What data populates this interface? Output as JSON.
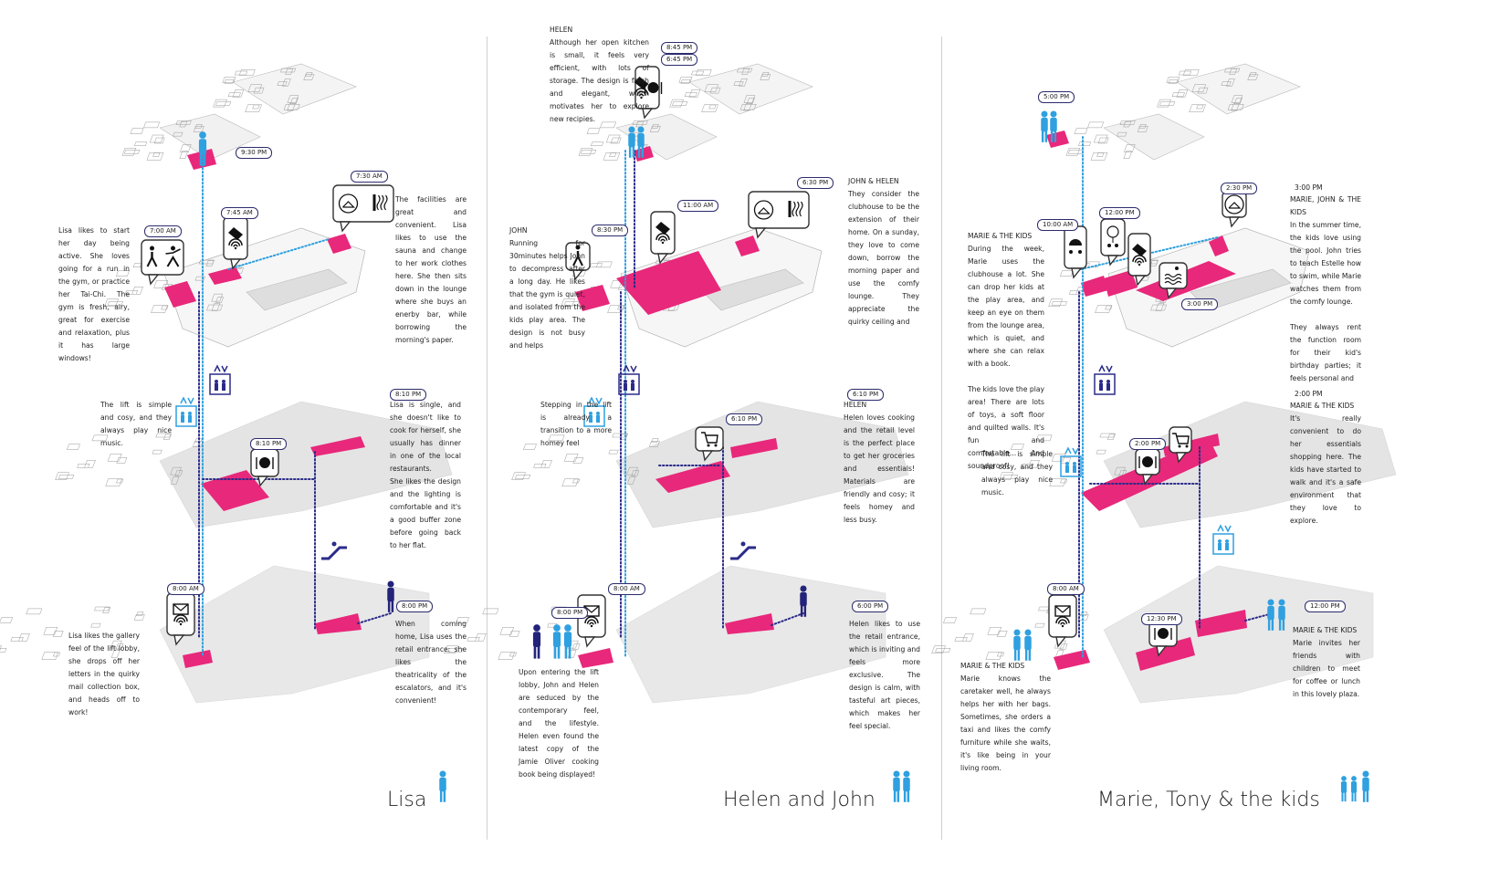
{
  "titles": [
    "Lisa",
    "Helen and John",
    "Marie, Tony & the kids"
  ],
  "lisa": {
    "times": [
      "9:30 PM",
      "7:30 AM",
      "7:45 AM",
      "7:00 AM",
      "8:10 PM",
      "8:10 PM",
      "8:00 AM",
      "8:00 PM"
    ],
    "texts": [
      "Lisa likes to start her day being active. She loves going for a run in the gym, or practice her Tai-Chi. The gym is fresh, airy, great for exercise and relaxation, plus it has large windows!",
      "The facilities are great and convenient. Lisa likes to use the sauna and change to her work clothes here. She then sits down in the lounge where she buys an enerby bar, while borrowing the morning's paper.",
      "The lift is simple and cosy, and they always play nice music.",
      "Lisa is single, and she doesn't like to cook for herself, she usually has dinner in one of the local restaurants.\nShe likes the design and the lighting is comfortable and it's a good buffer zone before going back to her flat.",
      "Lisa likes the gallery feel of the lift lobby, she drops off her letters in the quirky mail collection box, and heads off to work!",
      "When coming home, Lisa uses the retail entrance: she likes the theatricality of the escalators, and it's convenient!"
    ]
  },
  "helen": {
    "times": [
      "8:45 PM",
      "6:45 PM",
      "6:30 PM",
      "11:00 AM",
      "8:30 PM",
      "6:10 PM",
      "6:10 PM",
      "8:00 AM",
      "8:00 PM",
      "6:00 PM"
    ],
    "texts": [
      "HELEN\nAlthough her open kitchen is small, it feels very efficient, with lots of storage. The design is fresh and elegant, which motivates her to explore new recipies.",
      "JOHN & HELEN\nThey consider the clubhouse to be the extension of their home. On a sunday, they love to come down, borrow the morning paper and use the comfy lounge. They appreciate the quirky ceiling and",
      "JOHN\nRunning for 30minutes helps John to decompress after a long day. He likes that the gym is quiet, and isolated from the kids play area. The design is not busy and helps",
      "Stepping in the lift is already a transition to a more homey feel",
      "HELEN\nHelen loves cooking and the retail level is the perfect place to get her groceries and essentials! Materials are friendly and cosy; it feels homey and less busy.",
      "Upon entering the lift lobby, John and Helen are seduced by the contemporary feel, and the lifestyle. Helen even found the latest copy of the Jamie Oliver cooking book being displayed!",
      "Helen likes to use the retail entrance, which is inviting and feels more exclusive. The design is calm, with tasteful art pieces, which makes her feel special."
    ]
  },
  "marie": {
    "times": [
      "5:00 PM",
      "2:30 PM",
      "12:00 PM",
      "10:00 AM",
      "3:00 PM",
      "2:00 PM",
      "8:00 AM",
      "12:30 PM",
      "12:00 PM"
    ],
    "side_times": [
      "3:00 PM",
      "2:00 PM"
    ],
    "texts": [
      "MARIE & THE KIDS\nDuring the week, Marie uses the clubhouse a lot. She can drop her kids at the play area, and keep an eye on them from the lounge area, which is quiet, and where she can relax with a book.\n\nThe kids love the play area! There are lots of toys, a soft floor and quilted walls. It's fun and comfortable... And soundproof!",
      "MARIE, JOHN & THE KIDS\nIn the summer time, the kids love using the pool. John tries to teach Estelle how to swim, while Marie watches them from the comfy lounge.\n\nThey always rent the function room for their kid's birthday parties; it feels personal and",
      "The lift is simple and cosy, and they always play nice music.",
      "MARIE & THE KIDS\nIt's really convenient to do her essentials shopping here. The kids have started to walk and it's a safe environment that they love to explore.",
      "MARIE & THE KIDS\nMarie knows the caretaker well, he always helps her with her bags. Sometimes, she orders a taxi and likes the comfy furniture while she waits, it's like being in your living room.",
      "MARIE & THE KIDS\nMarie invites her friends with children to meet for coffee or lunch in this lovely plaza."
    ]
  },
  "colors": {
    "accent": "#e8287a",
    "path": "#2b2b8a",
    "lift": "#2fa0e0",
    "figure": "#2fa0e0",
    "figure_dark": "#23237a",
    "floor": "#d9d9d9",
    "plan": "#9a9a9a"
  }
}
